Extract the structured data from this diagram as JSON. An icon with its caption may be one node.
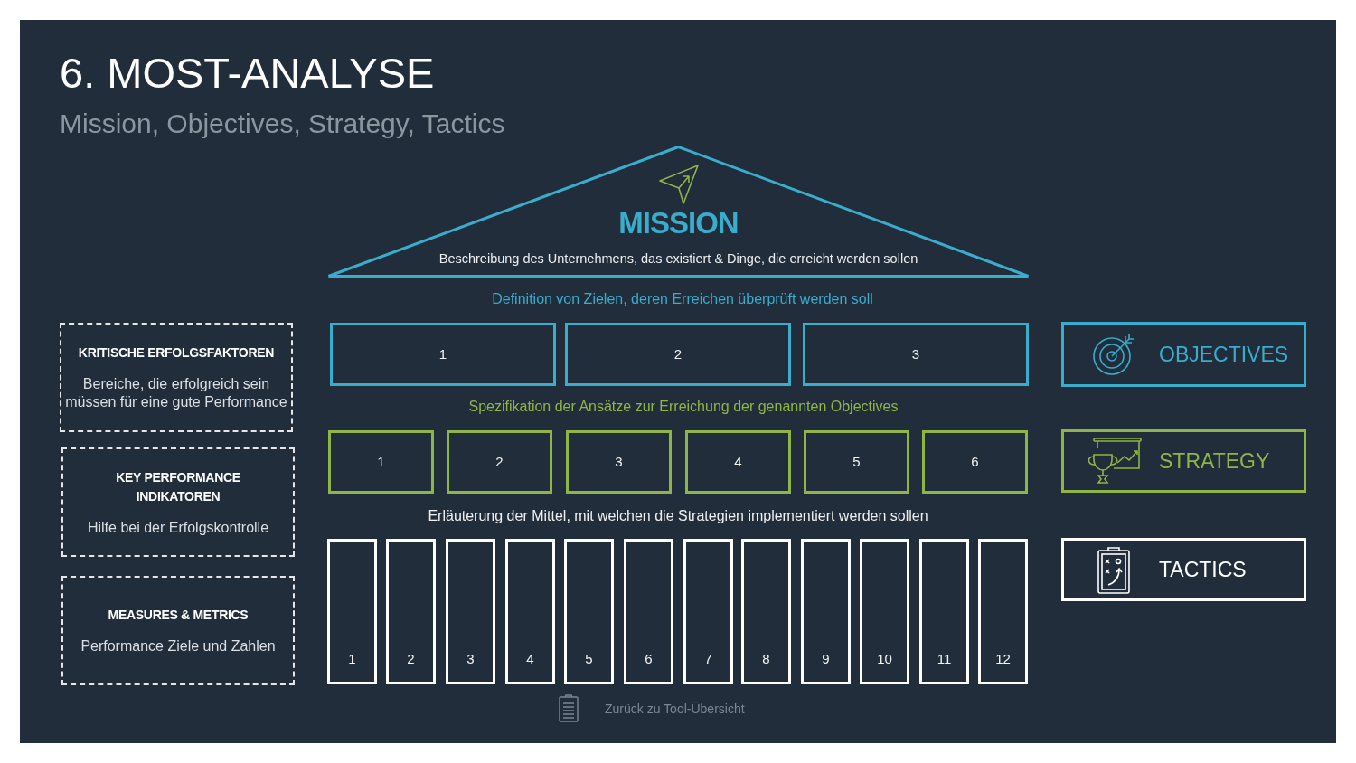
{
  "diagram": {
    "title": "6. MOST-ANALYSE",
    "nodes": [
      {
        "text": [
          "MISSION",
          "Beschreibung des Unternehmens, das existiert & Dinge, die erreicht werden sollen"
        ]
      },
      {
        "text": [
          "1"
        ]
      },
      {
        "text": [
          "2"
        ]
      },
      {
        "text": [
          "3"
        ]
      },
      {
        "text": [
          "1"
        ]
      },
      {
        "text": [
          "2"
        ]
      },
      {
        "text": [
          "3"
        ]
      },
      {
        "text": [
          "4"
        ]
      },
      {
        "text": [
          "5"
        ]
      },
      {
        "text": [
          "6"
        ]
      },
      {
        "text": [
          "1"
        ]
      },
      {
        "text": [
          "2"
        ]
      },
      {
        "text": [
          "3"
        ]
      },
      {
        "text": [
          "4"
        ]
      },
      {
        "text": [
          "5"
        ]
      },
      {
        "text": [
          "6"
        ]
      },
      {
        "text": [
          "7"
        ]
      },
      {
        "text": [
          "8"
        ]
      },
      {
        "text": [
          "9"
        ]
      },
      {
        "text": [
          "10"
        ]
      },
      {
        "text": [
          "11"
        ]
      },
      {
        "text": [
          "12"
        ]
      },
      {
        "text": [
          "KRITISCHE ERFOLGSFAKTOREN",
          "Bereiche, die erfolgreich sein müssen für eine gute Performance"
        ]
      },
      {
        "text": [
          "KEY PERFORMANCE INDIKATOREN",
          "Hilfe bei der Erfolgskontrolle"
        ]
      },
      {
        "text": [
          "MEASURES & METRICS",
          "Performance Ziele und Zahlen"
        ]
      },
      {
        "text": [
          "OBJECTIVES"
        ]
      },
      {
        "text": [
          "STRATEGY"
        ]
      },
      {
        "text": [
          "TACTICS"
        ]
      }
    ],
    "labels": [
      "Mission, Objectives, Strategy, Tactics",
      "Definition von Zielen, deren Erreichen überprüft werden soll",
      "Spezifikation der Ansätze zur Erreichung der genannten Objectives",
      "Erläuterung der Mittel, mit welchen die Strategien implementiert werden sollen",
      "Zurück zu Tool-Übersicht"
    ]
  }
}
